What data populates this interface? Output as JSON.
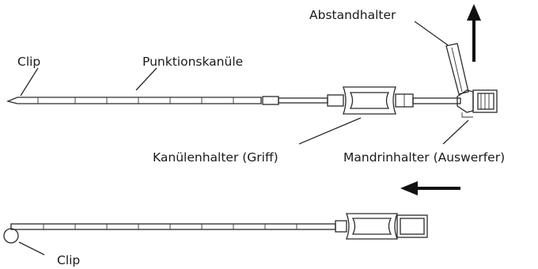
{
  "labels": {
    "clip_top": "Clip",
    "needle": "Punktionskanüle",
    "spacer": "Abstandhalter",
    "handle": "Kanülenhalter (Griff)",
    "stylet_holder": "Mandrinhalter (Auswerfer)",
    "clip_bottom": "Clip"
  },
  "arrows": {
    "top": "up",
    "bottom": "left"
  }
}
